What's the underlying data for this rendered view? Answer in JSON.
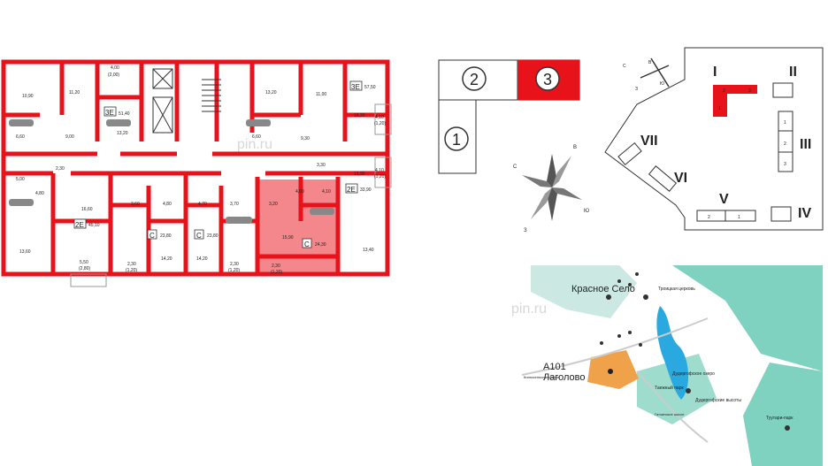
{
  "floorplan": {
    "rooms": [
      {
        "id": "r1",
        "text": "10,90"
      },
      {
        "id": "r2",
        "text": "11,20"
      },
      {
        "id": "r3",
        "text": "4,00"
      },
      {
        "id": "r3b",
        "text": "(2,00)"
      },
      {
        "id": "r4",
        "text": "13,20"
      },
      {
        "id": "r5",
        "text": "11,00"
      },
      {
        "id": "r6",
        "text": "18,20"
      },
      {
        "id": "r7",
        "text": "6,60"
      },
      {
        "id": "r8",
        "text": "9,00"
      },
      {
        "id": "r9",
        "text": "13,20"
      },
      {
        "id": "r10",
        "text": "6,60"
      },
      {
        "id": "r11",
        "text": "9,30"
      },
      {
        "id": "r12",
        "text": "2,30"
      },
      {
        "id": "r13",
        "text": "3,30"
      },
      {
        "id": "r14",
        "text": "13,90"
      },
      {
        "id": "r15",
        "text": "5,00"
      },
      {
        "id": "r16",
        "text": "4,80"
      },
      {
        "id": "r17",
        "text": "16,60"
      },
      {
        "id": "r18",
        "text": "3,60"
      },
      {
        "id": "r19",
        "text": "4,80"
      },
      {
        "id": "r20",
        "text": "4,70"
      },
      {
        "id": "r21",
        "text": "3,70"
      },
      {
        "id": "r22",
        "text": "3,20"
      },
      {
        "id": "r23",
        "text": "4,00"
      },
      {
        "id": "r24",
        "text": "4,10"
      },
      {
        "id": "r25",
        "text": "13,60"
      },
      {
        "id": "r26",
        "text": "15,90"
      },
      {
        "id": "r27",
        "text": "13,40"
      },
      {
        "id": "r28",
        "text": "5,50"
      },
      {
        "id": "r28b",
        "text": "(2,80)"
      },
      {
        "id": "r29",
        "text": "2,30"
      },
      {
        "id": "r29b",
        "text": "(1,20)"
      },
      {
        "id": "r30",
        "text": "14,20"
      },
      {
        "id": "r31",
        "text": "14,20"
      },
      {
        "id": "r32",
        "text": "2,30"
      },
      {
        "id": "r32b",
        "text": "(1,20)"
      },
      {
        "id": "r33",
        "text": "2,30"
      },
      {
        "id": "r33b",
        "text": "(1,20)"
      },
      {
        "id": "r34",
        "text": "4,10"
      },
      {
        "id": "r34b",
        "text": "(1,20)"
      },
      {
        "id": "r35",
        "text": "4,10"
      },
      {
        "id": "r35b",
        "text": "(1,20)"
      }
    ],
    "apartments": [
      {
        "type": "3E",
        "area": "51,40"
      },
      {
        "type": "3E",
        "area": "57,50"
      },
      {
        "type": "2E",
        "area": "33,90"
      },
      {
        "type": "2E",
        "area": "45,10"
      },
      {
        "type": "С",
        "area": "23,80"
      },
      {
        "type": "С",
        "area": "23,80"
      },
      {
        "type": "С",
        "area": "24,30"
      }
    ]
  },
  "section_plan": {
    "sections": [
      "2",
      "3",
      "1"
    ],
    "selected": "3"
  },
  "compass": {
    "north": "С",
    "east": "В",
    "south": "Ю",
    "west": "З"
  },
  "site_plan": {
    "compass": {
      "north": "С",
      "east": "В",
      "south": "Ю",
      "west": "З"
    },
    "buildings": [
      "I",
      "II",
      "III",
      "IV",
      "V",
      "VI",
      "VII"
    ],
    "building_I_sections": [
      "2",
      "3",
      "1"
    ],
    "building_III_sections": [
      "1",
      "2",
      "3"
    ],
    "building_V_sections": [
      "2",
      "1"
    ]
  },
  "map": {
    "place_red_selo": "Красное Село",
    "project_code": "А101",
    "project_name": "Лаголово",
    "poi": [
      "Троицкая церковь",
      "Дудергофское озеро",
      "Таежный парк",
      "Дудергофские высоты",
      "Туутари-парк"
    ],
    "roads": [
      "Кингисеппское шоссе",
      "Гатчинское шоссе"
    ]
  },
  "watermark": "pin.ru",
  "colors": {
    "wall": "#e8121b",
    "selected": "#e8121b",
    "park": "#7fd1c0",
    "lake": "#2aa8e0",
    "project": "#f0a24a"
  }
}
